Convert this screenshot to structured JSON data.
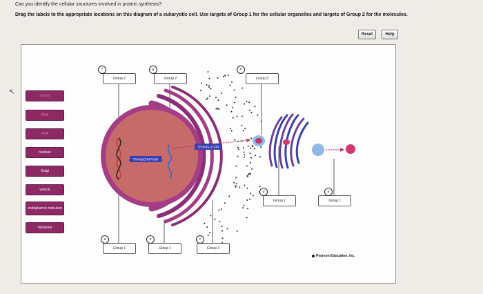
{
  "question": "Can you identify the cellular structures involved in protein synthesis?",
  "instructions": "Drag the labels to the appropriate locations on this diagram of a eukaryotic cell. Use targets of Group 1 for the cellular organelles and targets of Group 2 for the molecules.",
  "toolbar": {
    "reset_label": "Reset",
    "help_label": "Help"
  },
  "labels": [
    {
      "id": "protein",
      "text": "protein",
      "dim": true
    },
    {
      "id": "dna",
      "text": "DNA",
      "dim": true
    },
    {
      "id": "rna",
      "text": "RNA",
      "dim": true
    },
    {
      "id": "nucleus",
      "text": "nucleus",
      "dim": false
    },
    {
      "id": "golgi",
      "text": "Golgi",
      "dim": false
    },
    {
      "id": "vesicle",
      "text": "vesicle",
      "dim": false
    },
    {
      "id": "er",
      "text": "endoplasmic reticulum",
      "dim": false
    },
    {
      "id": "ribosome",
      "text": "ribosome",
      "dim": false
    }
  ],
  "targets": [
    {
      "letter": "f",
      "group": "Group 2"
    },
    {
      "letter": "g",
      "group": "Group 2"
    },
    {
      "letter": "h",
      "group": "Group 2"
    },
    {
      "letter": "d",
      "group": "Group 1"
    },
    {
      "letter": "e",
      "group": "Group 1"
    },
    {
      "letter": "a",
      "group": "Group 1"
    },
    {
      "letter": "b",
      "group": "Group 1"
    },
    {
      "letter": "c",
      "group": "Group 1"
    }
  ],
  "diagram": {
    "transcription_label": "TRANSCRIPTION",
    "translation_label": "TRANSLATION",
    "colors": {
      "nucleus_fill": "#c66a6a",
      "membrane": "#a43c86",
      "er": "#8a2e78",
      "golgi": "#6c3e9c",
      "dna": "#d0392c",
      "rna": "#2f6cc4",
      "ribosome": "#2e7fc4",
      "protein": "#d13a6a",
      "vesicle": "#8fb8e6"
    }
  },
  "credit": "Pearson Education, Inc."
}
